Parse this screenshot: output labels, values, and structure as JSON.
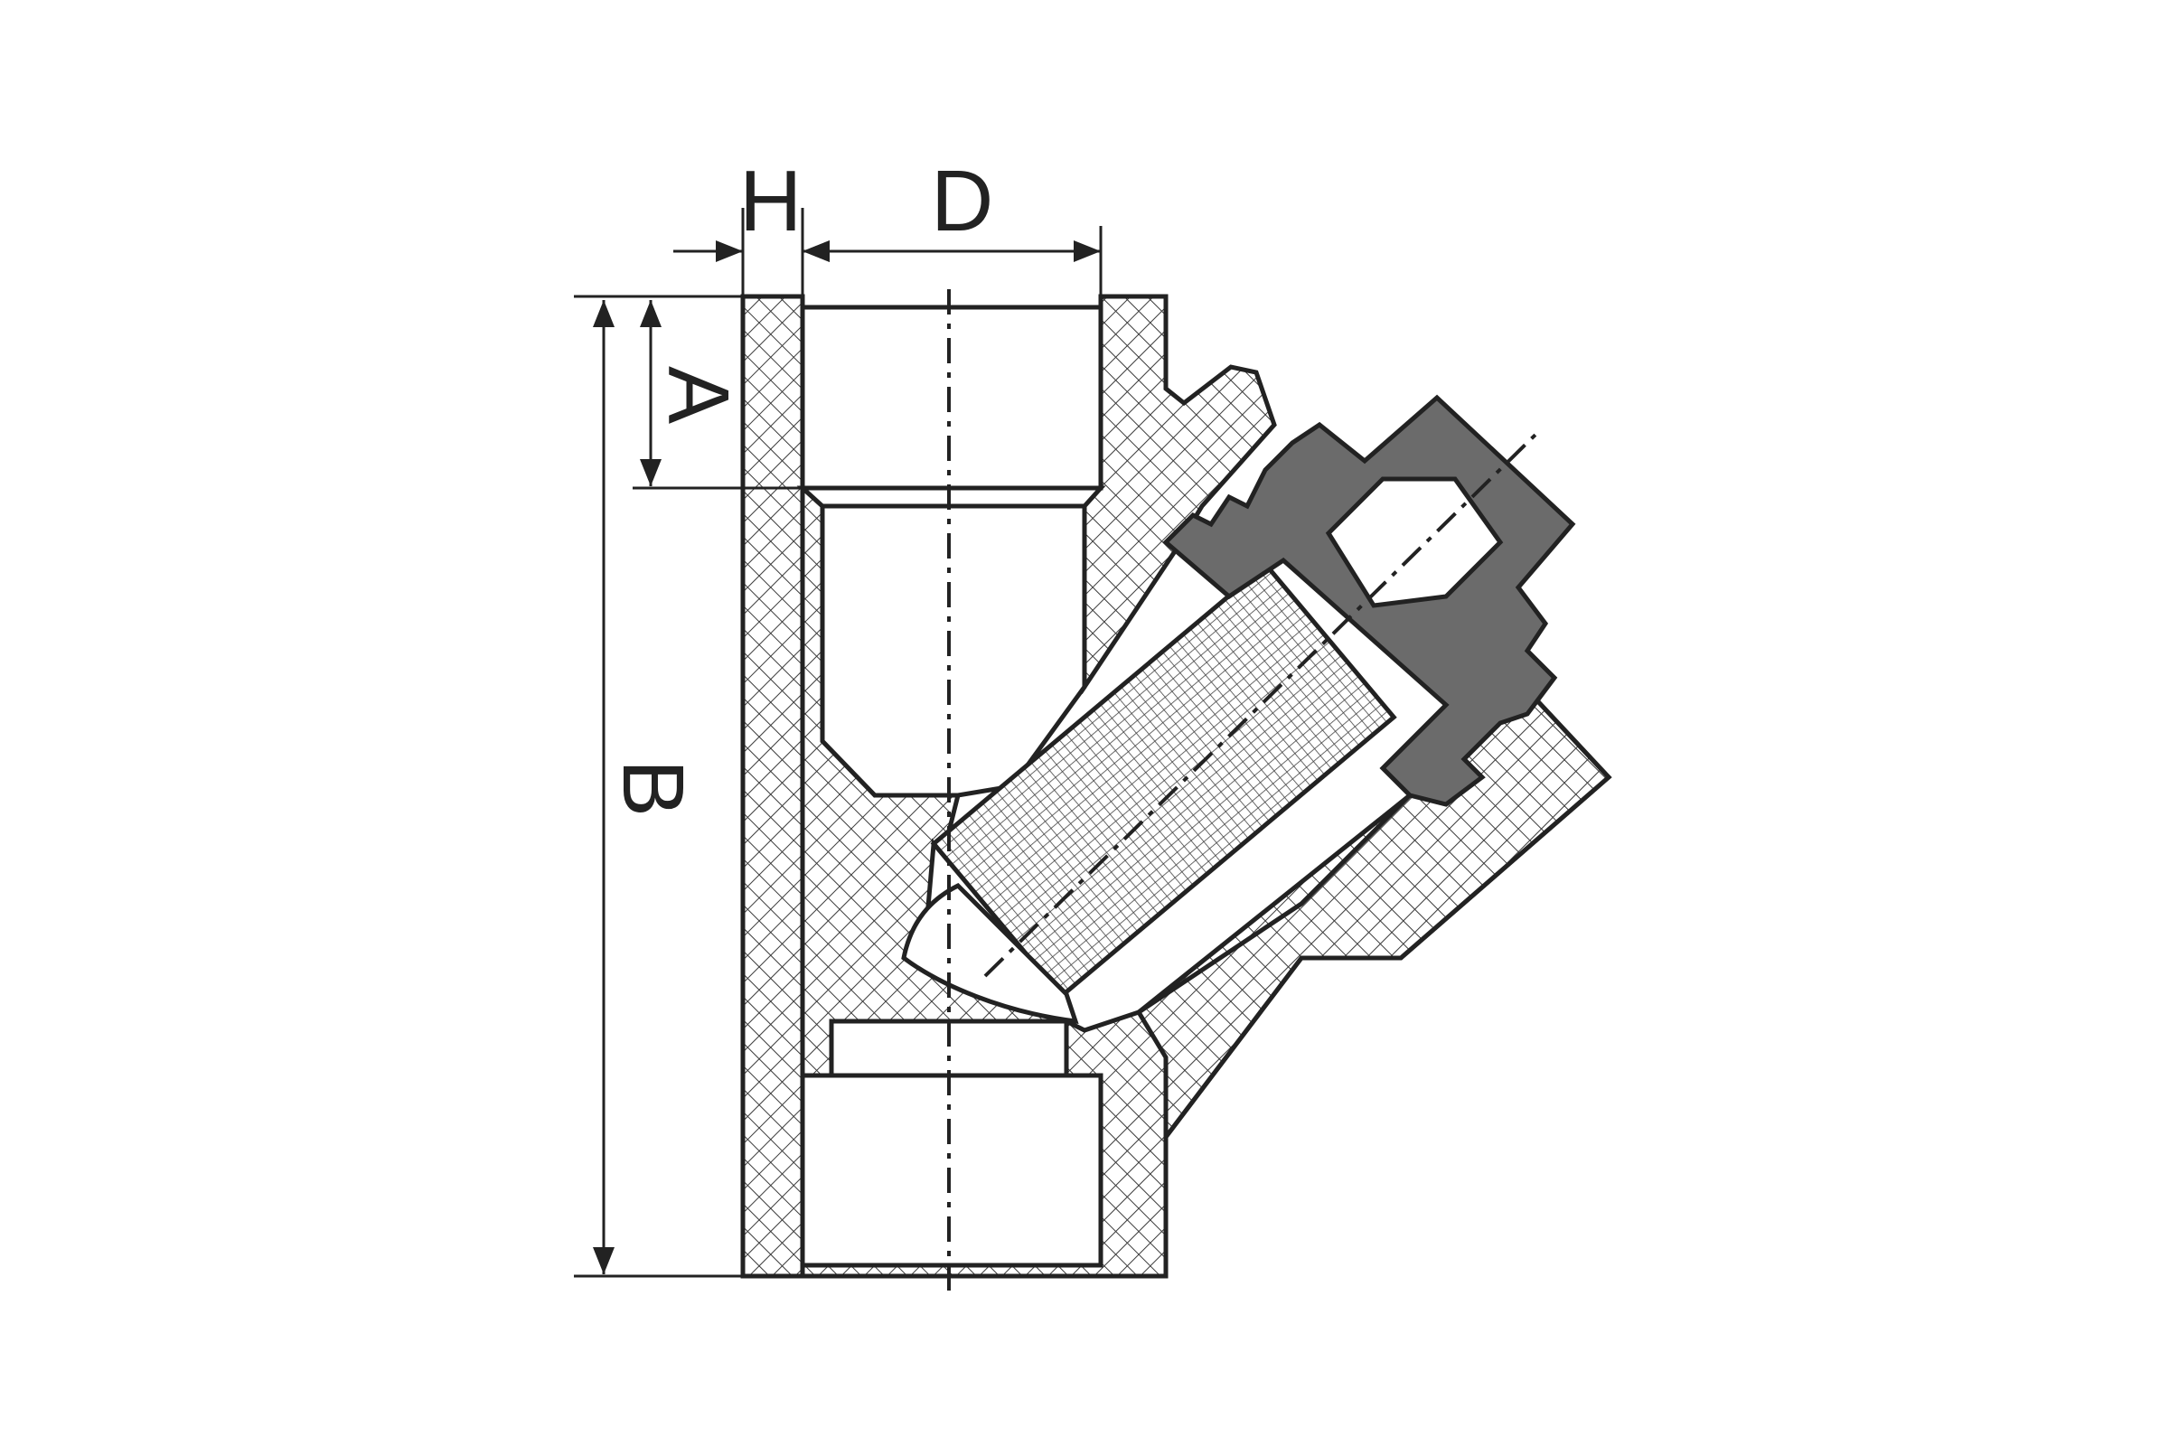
{
  "dimensions": {
    "H": "H",
    "D": "D",
    "A": "A",
    "B": "B"
  },
  "colors": {
    "body_hatch": "#3a3a3a",
    "plug_fill": "#6b6b6b",
    "outline": "#222222",
    "background": "#ffffff"
  }
}
